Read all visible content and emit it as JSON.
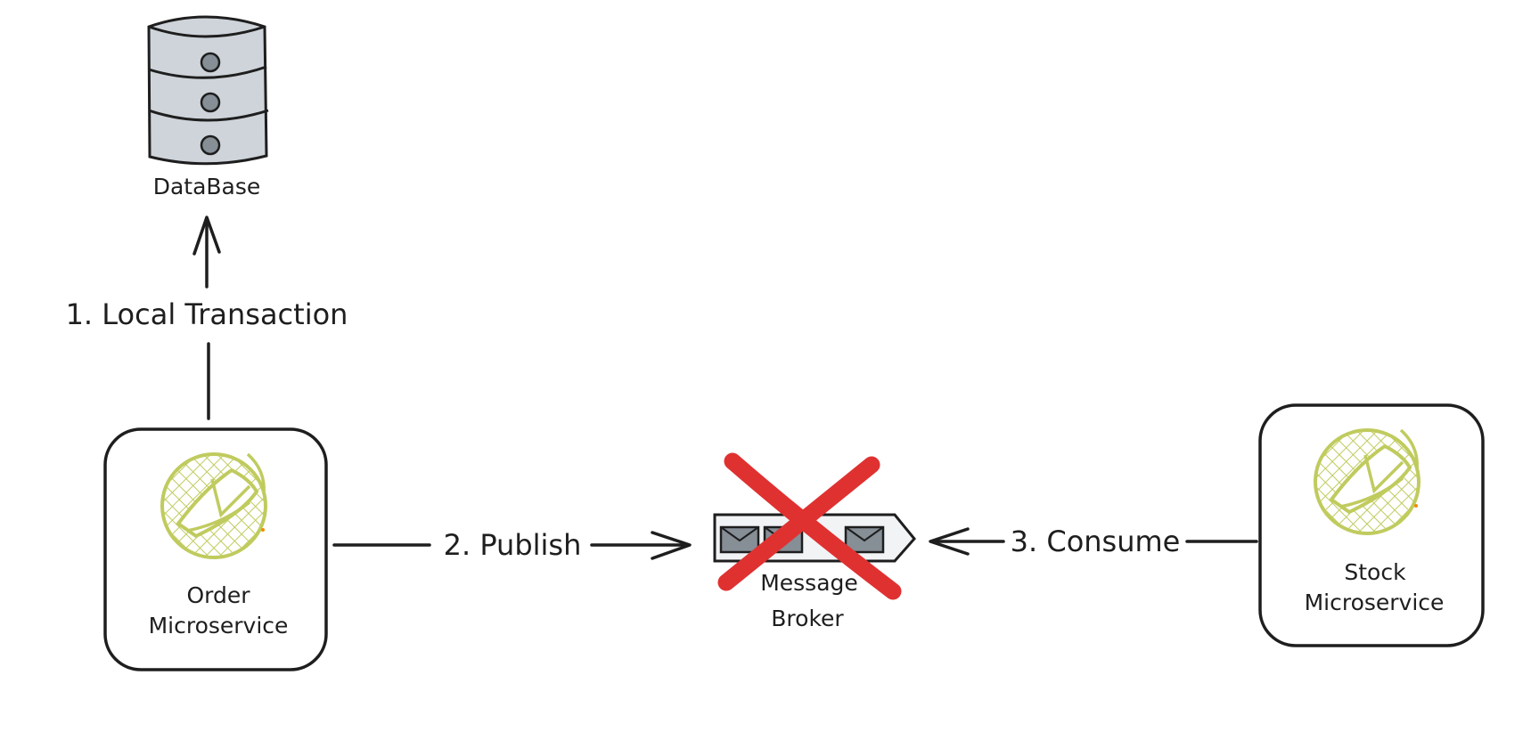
{
  "nodes": {
    "database": {
      "label": "DataBase",
      "icon": "database-icon"
    },
    "order_service": {
      "label_line1": "Order",
      "label_line2": "Microservice",
      "icon": "service-logo-icon"
    },
    "message_broker": {
      "label_line1": "Message",
      "label_line2": "Broker",
      "icon": "message-queue-icon",
      "status_icon": "failure-x-icon"
    },
    "stock_service": {
      "label_line1": "Stock",
      "label_line2": "Microservice",
      "icon": "service-logo-icon"
    }
  },
  "edges": {
    "local_transaction": "1. Local Transaction",
    "publish": "2. Publish",
    "consume": "3. Consume"
  },
  "colors": {
    "stroke": "#1e1e1e",
    "database_fill": "#ced4da",
    "envelope_fill": "#868e96",
    "logo": "#c0cb5e",
    "failure_x": "#e03131",
    "background": "#ffffff"
  }
}
